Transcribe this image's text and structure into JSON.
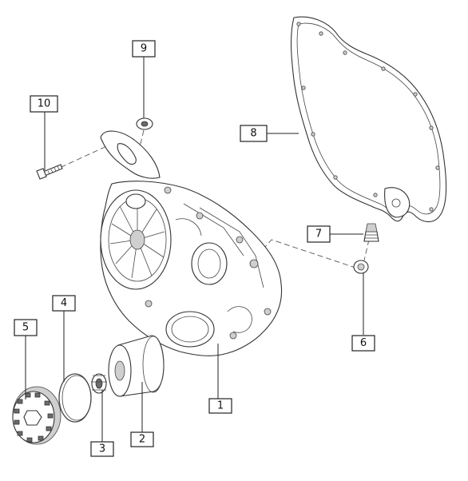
{
  "callouts": [
    {
      "id": "callout-1",
      "label": "1"
    },
    {
      "id": "callout-2",
      "label": "2"
    },
    {
      "id": "callout-3",
      "label": "3"
    },
    {
      "id": "callout-4",
      "label": "4"
    },
    {
      "id": "callout-5",
      "label": "5"
    },
    {
      "id": "callout-6",
      "label": "6"
    },
    {
      "id": "callout-7",
      "label": "7"
    },
    {
      "id": "callout-8",
      "label": "8"
    },
    {
      "id": "callout-9",
      "label": "9"
    },
    {
      "id": "callout-10",
      "label": "10"
    }
  ],
  "parts": [
    "engine-cover",
    "oil-filter",
    "small-gear",
    "o-ring",
    "crankshaft-gear",
    "sealing-washer",
    "drain-plug",
    "cover-gasket",
    "cover-washer",
    "cover-bolt"
  ]
}
